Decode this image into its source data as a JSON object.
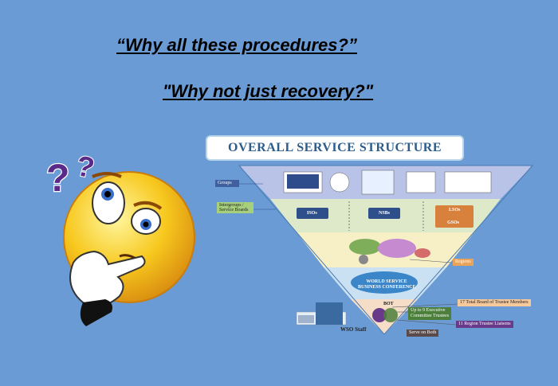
{
  "headline1": "“Why all these procedures?”",
  "headline2": "\"Why not just recovery?\"",
  "structure": {
    "title": "OVERALL SERVICE STRUCTURE",
    "labels": {
      "groups": "Groups",
      "intergroups": "Intergroups /",
      "service_boards": "Service Boards",
      "isos": "ISOs",
      "nsbs": "NSBs",
      "lsos": "LSOs",
      "gsos": "GSOs",
      "regions": "Regions",
      "conference_line1": "WORLD SERVICE",
      "conference_line2": "BUSINESS CONFERENCE",
      "bot": "BOT",
      "executive_line1": "Up to 9 Executive",
      "executive_line2": "Committee Trustees",
      "board_total": "17 Total Board of Trustee Members",
      "region_trustees": "11 Region Trustee Liaisons",
      "serve_on_both": "Serve on Both",
      "wso_staff": "WSO Staff"
    }
  },
  "icons": {
    "thinking_emoji": "thinking-face",
    "question_marks": "question-marks"
  },
  "colors": {
    "background": "#6a9bd4",
    "emoji_face": "#f7c81e",
    "question_marks": "#5a2a8a",
    "title_text": "#2c5c8a"
  }
}
